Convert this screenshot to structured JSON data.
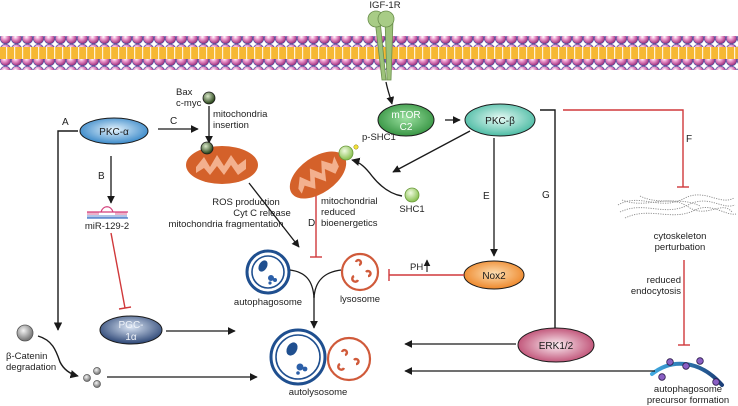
{
  "diagram": {
    "membrane": {
      "label": "cell membrane bilayer"
    },
    "receptor": {
      "label": "IGF-1R"
    },
    "nodes": {
      "mtor": {
        "line1": "mTOR",
        "line2": "C2"
      },
      "pkcb": {
        "label": "PKC-β"
      },
      "pkca": {
        "label": "PKC-α"
      },
      "mir": {
        "label": "miR-129-2"
      },
      "pgc": {
        "line1": "PGC-",
        "line2": "1α"
      },
      "nox2": {
        "label": "Nox2"
      },
      "erk": {
        "label": "ERK1/2"
      }
    },
    "labels": {
      "bax": "Bax",
      "cmyc": "c-myc",
      "mito_insertion_1": "mitochondria",
      "mito_insertion_2": "insertion",
      "ros_1": "ROS production",
      "ros_2": "Cyt C release",
      "ros_3": "mitochondria fragmentation",
      "pshc1": "p-SHC1",
      "shc1": "SHC1",
      "bioenerg_1": "mitochondrial",
      "bioenerg_2": "reduced",
      "bioenerg_3": "bioenergetics",
      "ph": "PH",
      "autophagosome": "autophagosome",
      "lysosome": "lysosome",
      "autolysosome": "autolysosome",
      "catenin_1": "β-Catenin",
      "catenin_2": "degradation",
      "cyto_1": "cytoskeleton",
      "cyto_2": "perturbation",
      "endo_1": "reduced",
      "endo_2": "endocytosis",
      "precursor_1": "autophagosome",
      "precursor_2": "precursor formation"
    },
    "pathway_letters": {
      "a": "A",
      "b": "B",
      "c": "C",
      "d": "D",
      "e": "E",
      "f": "F",
      "g": "G"
    },
    "colors": {
      "inhibit": "#d0393b",
      "activate": "#1a1a1a",
      "mito": "#d4612a",
      "mito_inner": "#f3b08e",
      "autophagosome": "#1f4f8f",
      "lysosome": "#d05a3a",
      "pkca": "#3a8fd0",
      "pkcb": "#5cc9b3",
      "mtor": "#3aa04a",
      "nox2": "#f08a28",
      "erk": "#c4466e",
      "pgc": "#2f4a7a"
    }
  }
}
